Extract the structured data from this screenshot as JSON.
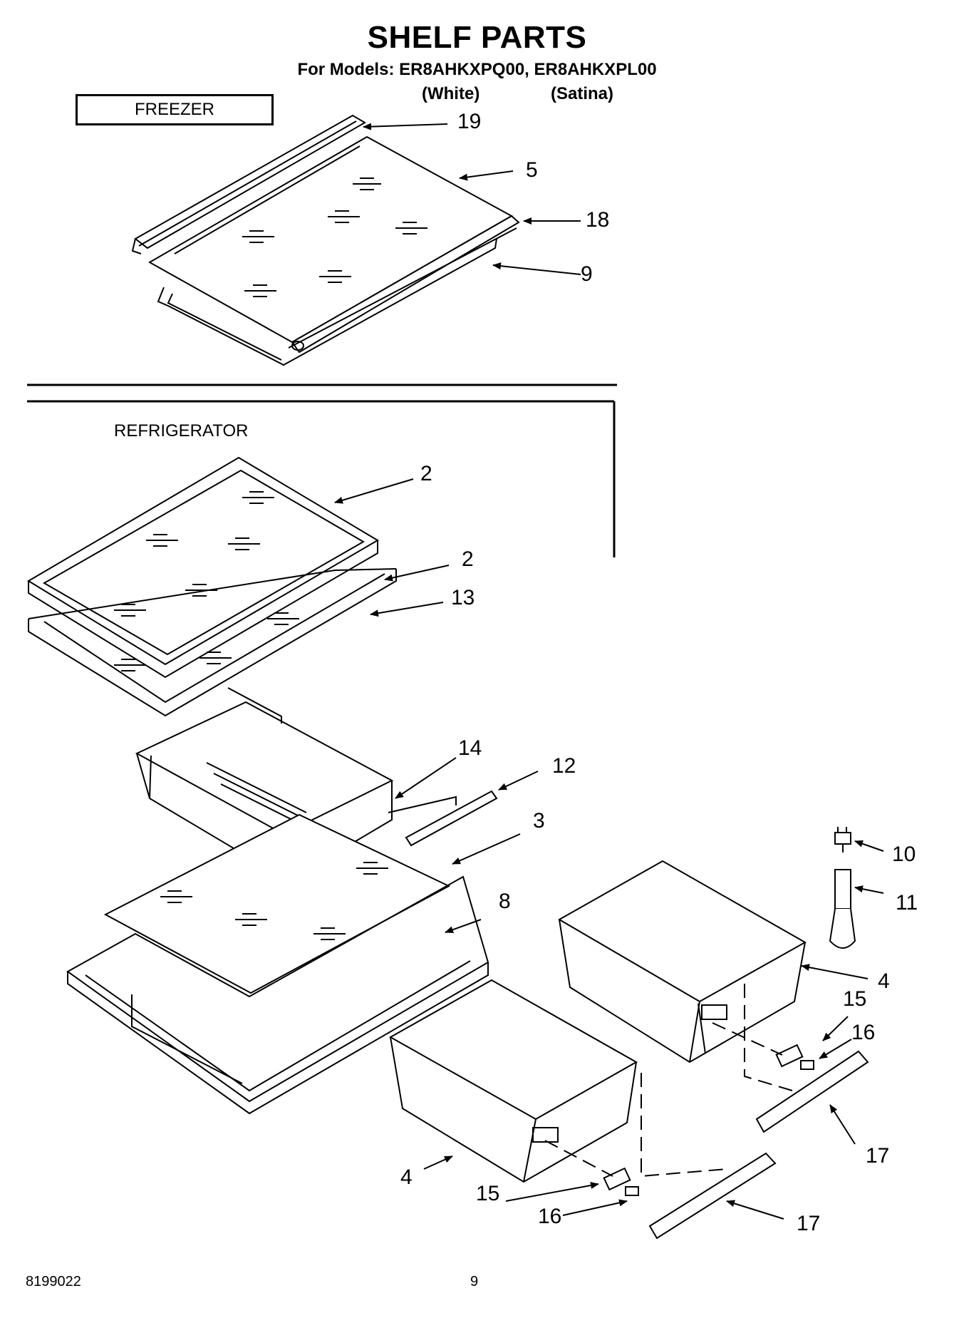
{
  "header": {
    "title": "SHELF PARTS",
    "subtitle": "For Models: ER8AHKXPQ00, ER8AHKXPL00",
    "variant_white": "(White)",
    "variant_satina": "(Satina)"
  },
  "sections": {
    "freezer": "FREEZER",
    "refrigerator": "REFRIGERATOR"
  },
  "callouts": {
    "c19": "19",
    "c5": "5",
    "c18": "18",
    "c9": "9",
    "c2a": "2",
    "c2b": "2",
    "c13": "13",
    "c14": "14",
    "c12": "12",
    "c3": "3",
    "c8": "8",
    "c10": "10",
    "c11": "11",
    "c4a": "4",
    "c15a": "15",
    "c16a": "16",
    "c17a": "17",
    "c4b": "4",
    "c15b": "15",
    "c16b": "16",
    "c17b": "17"
  },
  "footer": {
    "doc_number": "8199022",
    "page_number": "9"
  }
}
